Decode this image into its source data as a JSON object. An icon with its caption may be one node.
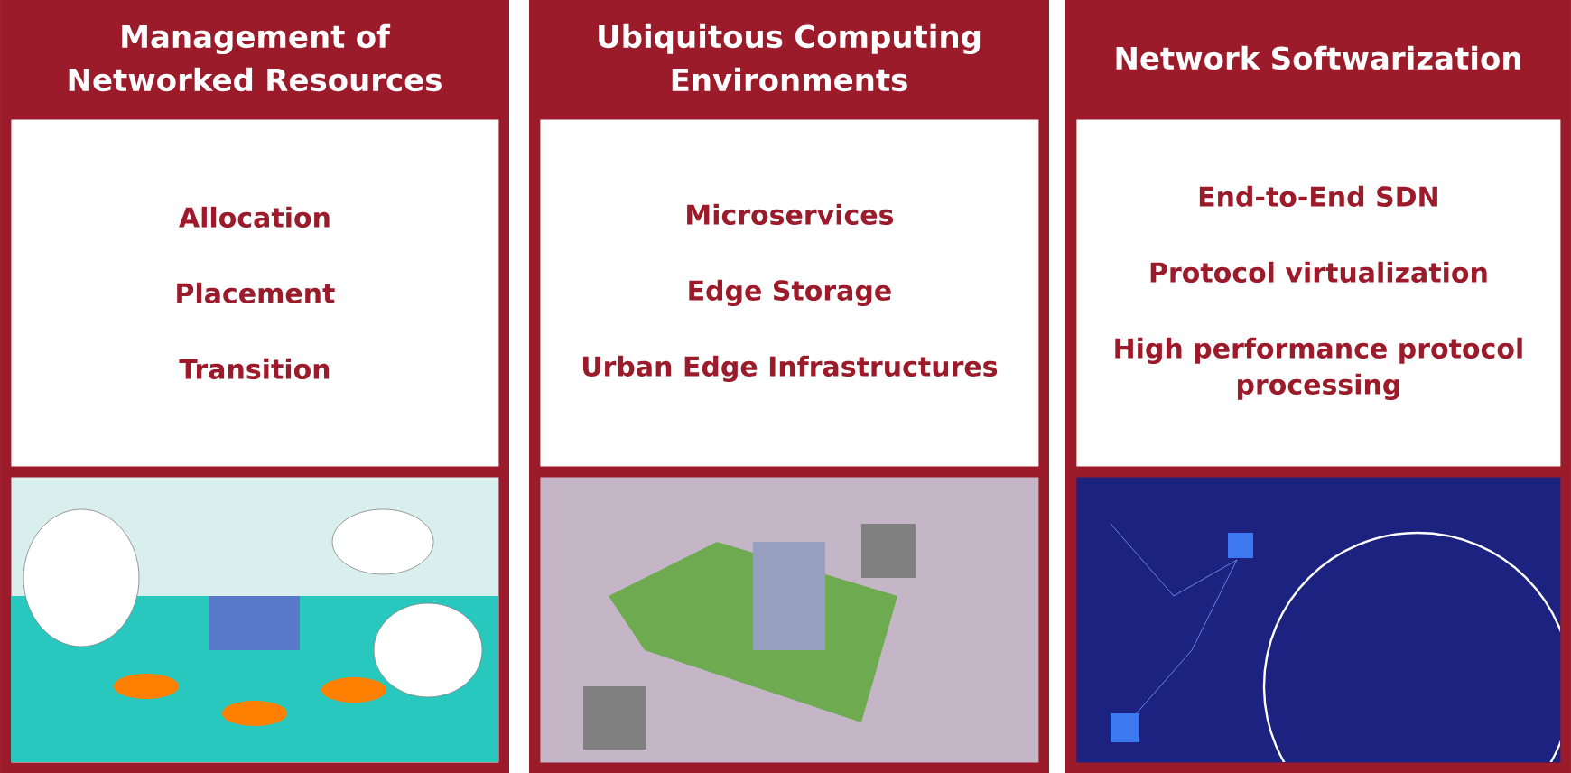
{
  "diagram": {
    "nodes": [
      {
        "text": [
          "Management of Networked Resources"
        ]
      },
      {
        "text": [
          "Allocation",
          "Placement",
          "Transition"
        ],
        "in": 0
      },
      {
        "text": [],
        "shape": "picture",
        "in": 0
      },
      {
        "text": [
          "Ubiquitous Computing Environments"
        ]
      },
      {
        "text": [
          "Microservices",
          "Edge Storage",
          "Urban Edge Infrastructures"
        ],
        "in": 3
      },
      {
        "text": [],
        "shape": "picture",
        "in": 3
      },
      {
        "text": [
          "Network Softwarization"
        ]
      },
      {
        "text": [
          "End-to-End SDN",
          "Protocol virtualization",
          "High performance protocol processing"
        ],
        "in": 6
      },
      {
        "text": [],
        "shape": "picture",
        "in": 6
      }
    ]
  }
}
